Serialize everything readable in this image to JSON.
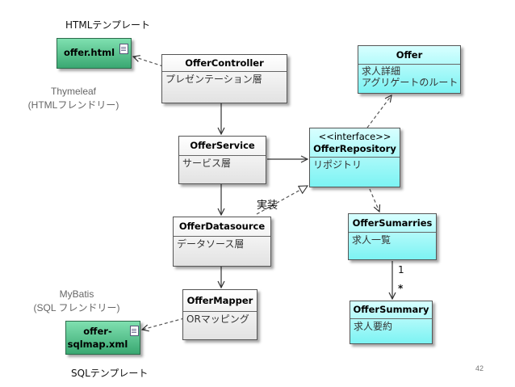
{
  "labels": {
    "html_template": "HTMLテンプレート",
    "sql_template": "SQLテンプレート",
    "implements": "実装",
    "mult_one": "1",
    "mult_many": "*",
    "page_number": "42"
  },
  "notes": {
    "thymeleaf_line1": "Thymeleaf",
    "thymeleaf_line2": "(HTMLフレンドリー)",
    "mybatis_line1": "MyBatis",
    "mybatis_line2": "(SQL フレンドリー)"
  },
  "files": {
    "offer_html": "offer.html",
    "offer_sqlmap_line1": "offer-",
    "offer_sqlmap_line2": "sqlmap.xml"
  },
  "classes": {
    "offer_controller": {
      "name": "OfferController",
      "desc": "プレゼンテーション層"
    },
    "offer_service": {
      "name": "OfferService",
      "desc": "サービス層"
    },
    "offer_datasource": {
      "name": "OfferDatasource",
      "desc": "データソース層"
    },
    "offer_mapper": {
      "name": "OfferMapper",
      "desc": "ORマッピング"
    },
    "offer": {
      "name": "Offer",
      "desc1": "求人詳細",
      "desc2": "アグリゲートのルート"
    },
    "offer_repository": {
      "stereotype": "<<interface>>",
      "name": "OfferRepository",
      "desc": "リポジトリ"
    },
    "offer_sumarries": {
      "name": "OfferSumarries",
      "desc": "求人一覧"
    },
    "offer_summary": {
      "name": "OfferSummary",
      "desc": "求人要約"
    }
  },
  "colors": {
    "template_file": "#4fbf8a",
    "domain_class": "#80f4f4",
    "layer_class": "#e6e6e6"
  }
}
